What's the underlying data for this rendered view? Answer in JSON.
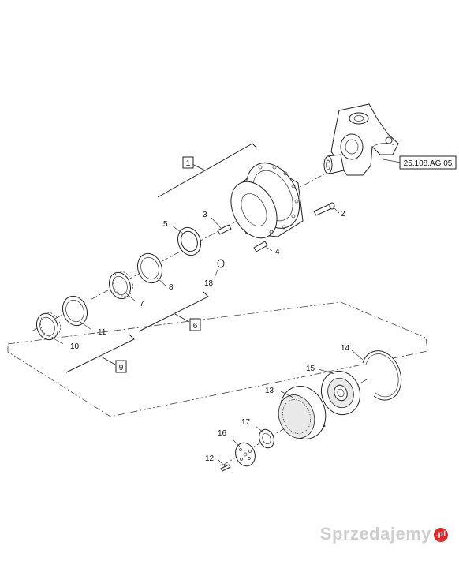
{
  "diagram": {
    "callouts": {
      "c1": "1",
      "c2": "2",
      "c3": "3",
      "c4": "4",
      "c5": "5",
      "c6": "6",
      "c7": "7",
      "c8": "8",
      "c9": "9",
      "c10": "10",
      "c11": "11",
      "c12": "12",
      "c13": "13",
      "c14": "14",
      "c15": "15",
      "c16": "16",
      "c17": "17",
      "c18": "18"
    },
    "reference": "25.108.AG 05"
  },
  "watermark": {
    "text": "Sprzedajemy",
    "badge": ".pl"
  },
  "colors": {
    "line": "#222222",
    "background": "#ffffff",
    "watermark_badge": "#d92b2b"
  }
}
